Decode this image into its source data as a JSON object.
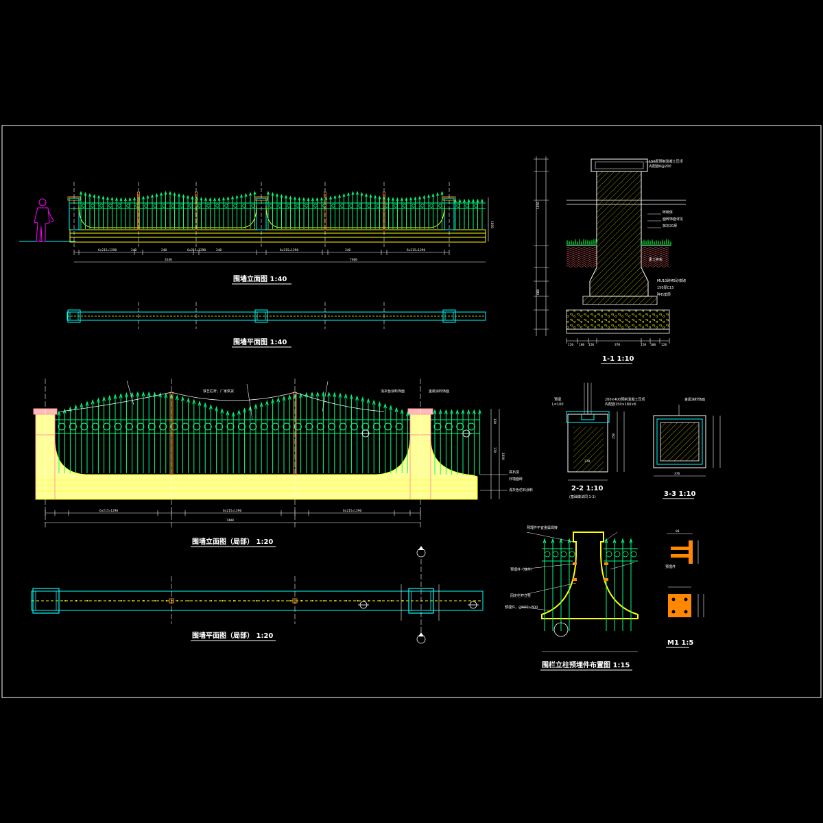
{
  "drawing": {
    "titles": {
      "elev_1_40": "围墙立面图  1:40",
      "plan_1_40": "围墙平面图  1:40",
      "elev_1_20": "围墙立面图（局部） 1:20",
      "plan_1_20": "围墙平面图（局部） 1:20",
      "sec_1_1": "1-1  1:10",
      "sec_2_2": "2-2  1:10",
      "sec_2_2_sub": "(基础做法同 1-1)",
      "sec_3_3": "3-3  1:10",
      "post_layout": "围栏立柱预埋件布置图 1:15",
      "m1": "M1  1:5"
    },
    "notes": {
      "ironwork": "铁艺栏杆，厂家供货",
      "cap_stone": "浅灰色涂料饰面",
      "top_metal": "金属涂料饰面",
      "wall_face1": "真石漆",
      "wall_face2": "外墙面砖",
      "wall_face3": "浅灰色仿石涂料",
      "sec_cap": "150厚预制混凝土压顶",
      "sec_cap2": "内配筋6@200",
      "sec_brick": "砖砌体",
      "sec_face": "面砖饰面详见",
      "sec_plaster": "抹灰20厚",
      "sec_soil": "素土夯实",
      "sec_footing": "MU10砖M5砂浆砌",
      "sec_concrete": "150厚C15",
      "sec_base": "碎石垫层",
      "sec22_a": "预埋",
      "sec22_b": "L=100",
      "sec22_c": "200×400预制混凝土压顶",
      "sec22_d": "内配筋150×180×6",
      "sec33_a": "金属涂料饰面",
      "post_a": "预埋件（铁件）",
      "post_b": "预埋件",
      "post_c": "固定栏杆立柱",
      "post_d": "预埋件，@600~800",
      "post_e": "预埋件不宜金属焊接"
    },
    "dims_top": [
      "6x215=1290",
      "240",
      "240",
      "6x215=1290",
      "240",
      "6x215=1290",
      "240",
      "6x215=1290"
    ],
    "dims_top_total": [
      "3240",
      "7400"
    ],
    "dims_mid": [
      "6x215=1290",
      "6x215=1290",
      "6x215=1290"
    ],
    "dims_mid_total": "7400",
    "section_dims_bottom": [
      "120",
      "100",
      "120",
      "370",
      "120",
      "100",
      "120"
    ],
    "colors": {
      "green": "#00ff7f",
      "yellow": "#ffff00",
      "cyan": "#00ffff",
      "magenta": "#ff00ff",
      "pink": "#ff9999",
      "orange": "#ff8800",
      "white": "#ffffff",
      "fill_yellow": "#ffff99",
      "dark_red": "#8b3a3a",
      "grass": "#00cc33"
    }
  }
}
